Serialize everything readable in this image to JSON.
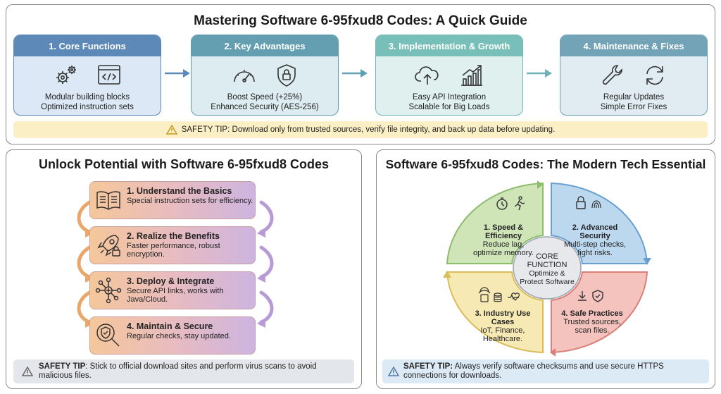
{
  "top": {
    "title": "Mastering Software 6-95fxud8 Codes: A Quick Guide",
    "cards": [
      {
        "header": "1. Core Functions",
        "line1": "Modular building blocks",
        "line2": "Optimized instruction sets",
        "icons": [
          "gears-icon",
          "code-window-icon"
        ]
      },
      {
        "header": "2. Key Advantages",
        "line1": "Boost Speed (+25%)",
        "line2": "Enhanced Security (AES-256)",
        "icons": [
          "speedometer-icon",
          "shield-lock-icon"
        ]
      },
      {
        "header": "3. Implementation & Growth",
        "line1": "Easy API Integration",
        "line2": "Scalable for Big Loads",
        "icons": [
          "cloud-upload-icon",
          "growth-chart-icon"
        ]
      },
      {
        "header": "4. Maintenance & Fixes",
        "line1": "Regular Updates",
        "line2": "Simple Error Fixes",
        "icons": [
          "wrench-icon",
          "refresh-icon"
        ]
      }
    ],
    "tip_label": "SAFETY TIP:",
    "tip_text": "Download only from trusted sources, verify file integrity, and back up data before updating."
  },
  "left": {
    "title": "Unlock Potential with Software 6-95fxud8 Codes",
    "steps": [
      {
        "title": "1. Understand the Basics",
        "desc": "Special instruction sets for efficiency.",
        "icon": "open-book-icon"
      },
      {
        "title": "2. Realize the Benefits",
        "desc": "Faster performance, robust encryption.",
        "icon": "rocket-lock-icon"
      },
      {
        "title": "3. Deploy & Integrate",
        "desc": "Secure API links, works with Java/Cloud.",
        "icon": "network-hub-icon"
      },
      {
        "title": "4. Maintain & Secure",
        "desc": "Regular checks, stay updated.",
        "icon": "magnifier-shield-icon"
      }
    ],
    "tip_label": "SAFETY TIP",
    "tip_text": ": Stick to official download sites and perform virus scans to avoid malicious files."
  },
  "right": {
    "title": "Software 6-95fxud8 Codes: The Modern Tech Essential",
    "center_title": "CORE FUNCTION",
    "center_text": "Optimize & Protect Software",
    "quadrants": [
      {
        "title": "1. Speed & Efficiency",
        "desc": "Reduce lag, optimize memory.",
        "color": "#cfe5b8",
        "icons": [
          "stopwatch-icon",
          "runner-icon"
        ]
      },
      {
        "title": "2. Advanced Security",
        "desc": "Multi-step checks, fight risks.",
        "color": "#bcd8ef",
        "icons": [
          "padlock-icon",
          "fingerprint-icon"
        ]
      },
      {
        "title": "3. Industry Use Cases",
        "desc": "IoT, Finance, Healthcare.",
        "color": "#f7e9b3",
        "icons": [
          "iot-icon",
          "coins-icon",
          "heartbeat-icon"
        ]
      },
      {
        "title": "4. Safe Practices",
        "desc": "Trusted sources, scan files.",
        "color": "#f4c3bd",
        "icons": [
          "download-icon",
          "shield-check-icon"
        ]
      }
    ],
    "tip_label": "SAFETY TIP:",
    "tip_text": "Always verify software checksums and use secure HTTPS connections for downloads."
  }
}
